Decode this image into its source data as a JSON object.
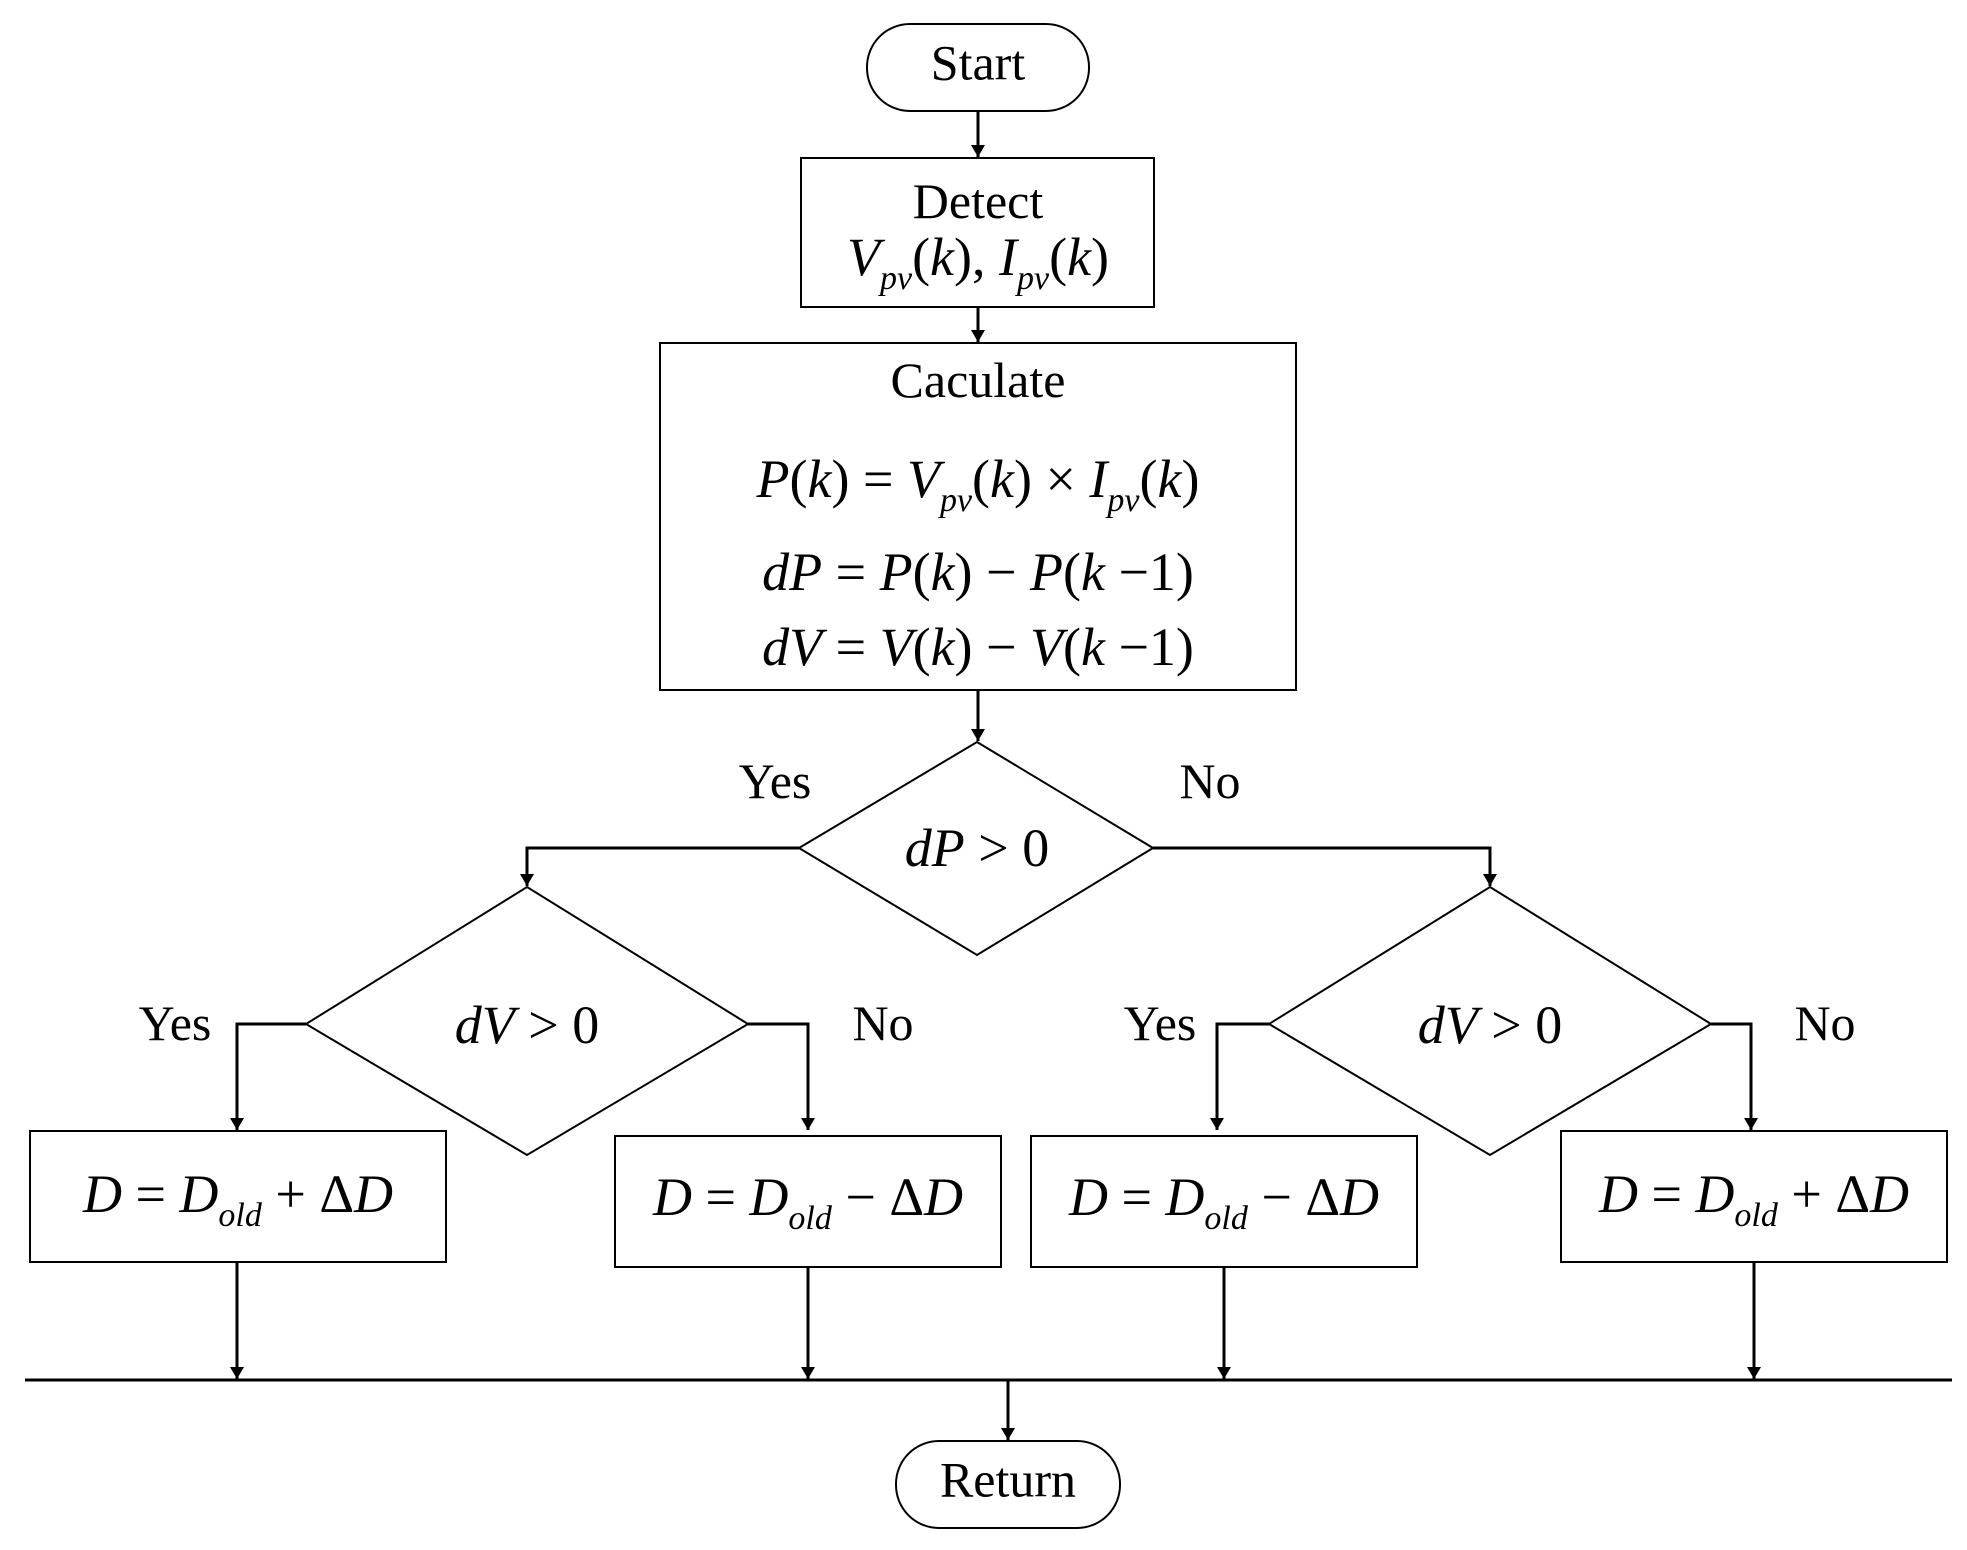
{
  "start": {
    "label": "Start"
  },
  "detect": {
    "title": "Detect",
    "expr": "Vpv(k), Ipv(k)"
  },
  "calculate": {
    "title": "Caculate",
    "eq_power": "P(k) = Vpv(k) × Ipv(k)",
    "eq_dp": "dP = P(k) − P(k −1)",
    "eq_dv": "dV = V(k) − V(k −1)"
  },
  "decision_dp": {
    "condition": "dP > 0",
    "yes_label": "Yes",
    "no_label": "No"
  },
  "decision_dv_left": {
    "condition": "dV > 0",
    "yes_label": "Yes",
    "no_label": "No"
  },
  "decision_dv_right": {
    "condition": "dV > 0",
    "yes_label": "Yes",
    "no_label": "No"
  },
  "actions": [
    {
      "expr": "D = Dold + ΔD"
    },
    {
      "expr": "D = Dold − ΔD"
    },
    {
      "expr": "D = Dold − ΔD"
    },
    {
      "expr": "D = Dold + ΔD"
    }
  ],
  "return": {
    "label": "Return"
  }
}
